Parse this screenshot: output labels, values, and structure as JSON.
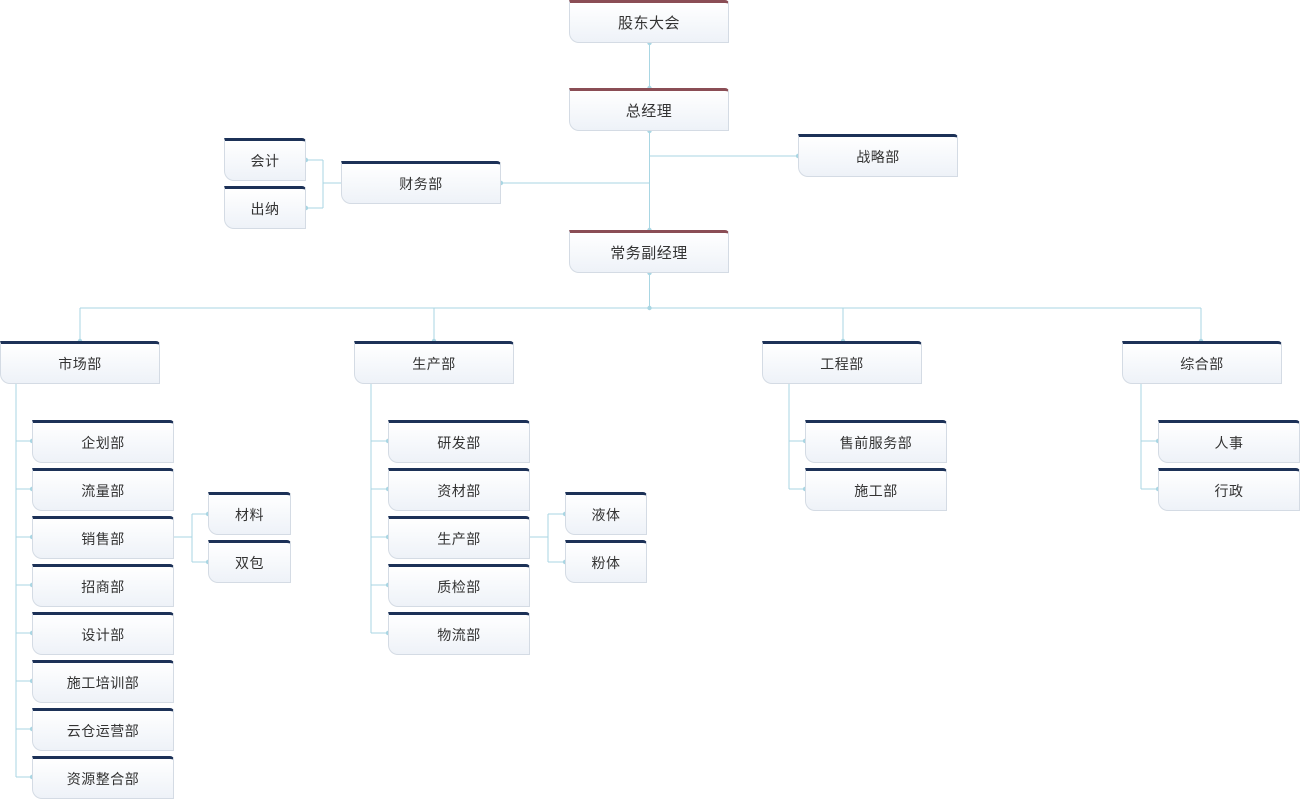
{
  "colors": {
    "line": "#a9d6e3",
    "dot": "#a9d6e3",
    "accent_red": "#8a4d55",
    "accent_dark": "#1c3157"
  },
  "nodes": {
    "shareholders": "股东大会",
    "gm": "总经理",
    "finance": "财务部",
    "accounting": "会计",
    "cashier": "出纳",
    "strategy": "战略部",
    "deputy_gm": "常务副经理",
    "market": "市场部",
    "market_children": [
      "企划部",
      "流量部",
      "销售部",
      "招商部",
      "设计部",
      "施工培训部",
      "云仓运营部",
      "资源整合部"
    ],
    "sales_children": [
      "材料",
      "双包"
    ],
    "production": "生产部",
    "production_children": [
      "研发部",
      "资材部",
      "生产部",
      "质检部",
      "物流部"
    ],
    "prod_sub_children": [
      "液体",
      "粉体"
    ],
    "engineering": "工程部",
    "engineering_children": [
      "售前服务部",
      "施工部"
    ],
    "general": "综合部",
    "general_children": [
      "人事",
      "行政"
    ]
  }
}
